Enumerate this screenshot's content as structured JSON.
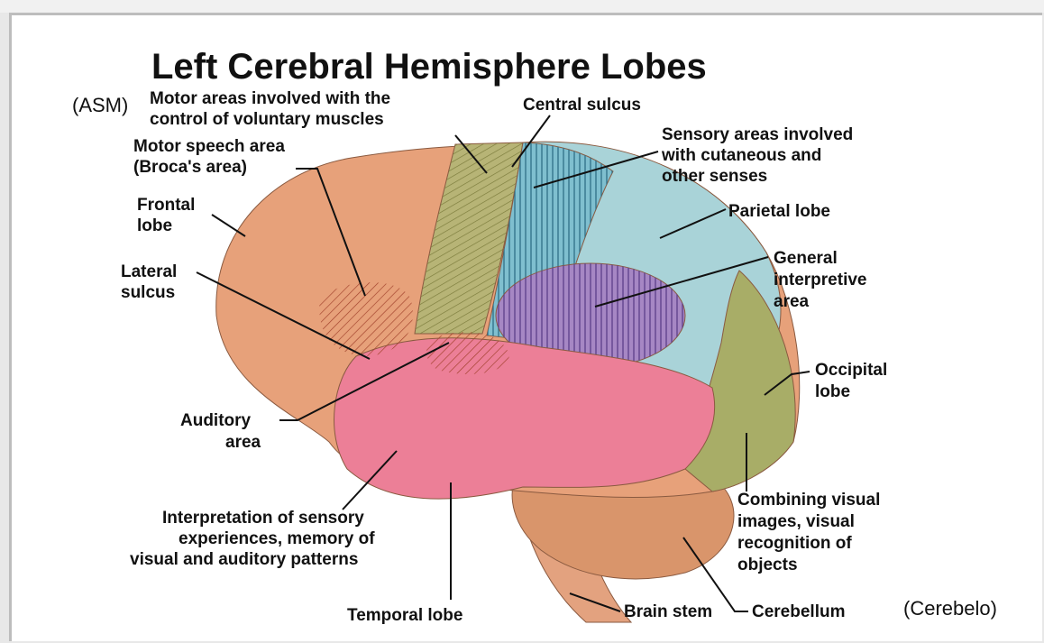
{
  "title": "Left Cerebral Hemisphere Lobes",
  "annotations": {
    "asm": "(ASM)",
    "cerebelo": "(Cerebelo)"
  },
  "labels": {
    "motor_areas": [
      "Motor areas involved with the",
      "control of voluntary muscles"
    ],
    "central_sulcus": "Central sulcus",
    "motor_speech": [
      "Motor  speech area",
      "(Broca's area)"
    ],
    "sensory_areas": [
      "Sensory areas involved",
      "with cutaneous and",
      "other senses"
    ],
    "frontal_lobe": [
      "Frontal",
      "lobe"
    ],
    "parietal_lobe": "Parietal lobe",
    "lateral_sulcus": [
      "Lateral",
      "sulcus"
    ],
    "general_interpretive": [
      "General",
      "interpretive",
      "area"
    ],
    "occipital_lobe": [
      "Occipital",
      "lobe"
    ],
    "auditory_area": [
      "Auditory",
      "area"
    ],
    "interpretation": [
      "Interpretation of sensory",
      "experiences, memory of",
      "visual and auditory patterns"
    ],
    "combining_visual": [
      "Combining visual",
      "images, visual",
      "recognition of",
      "objects"
    ],
    "temporal_lobe": "Temporal lobe",
    "brain_stem": "Brain stem",
    "cerebellum": "Cerebellum"
  },
  "colors": {
    "frontal": "#e7a17a",
    "motor_strip": "#b7b476",
    "sensory": "#7fbfcf",
    "parietal": "#a9d3d8",
    "interpretive": "#a687c4",
    "temporal": "#ec7f97",
    "occipital": "#a8ad67",
    "cerebellum": "#d9956b",
    "stem": "#e3a27f"
  }
}
